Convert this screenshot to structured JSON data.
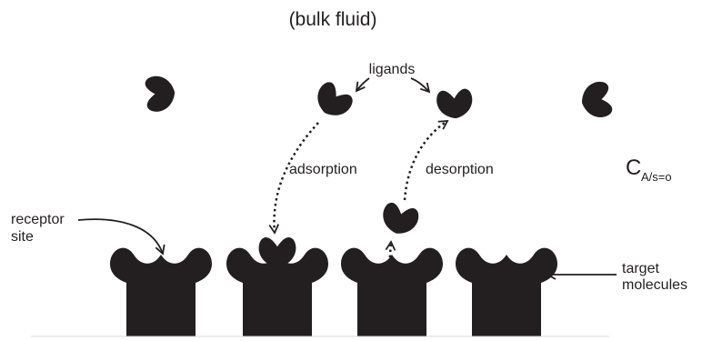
{
  "diagram": {
    "bulk_label": "(bulk fluid)",
    "ligands_label": "ligands",
    "adsorption_label": "adsorption",
    "desorption_label": "desorption",
    "receptor_label_line1": "receptor",
    "receptor_label_line2": "site",
    "target_label_line1": "target",
    "target_label_line2": "molecules",
    "concentration_symbol": "C",
    "concentration_subscript": "A/s=o",
    "colors": {
      "ink": "#231f20",
      "background": "#ffffff"
    }
  }
}
